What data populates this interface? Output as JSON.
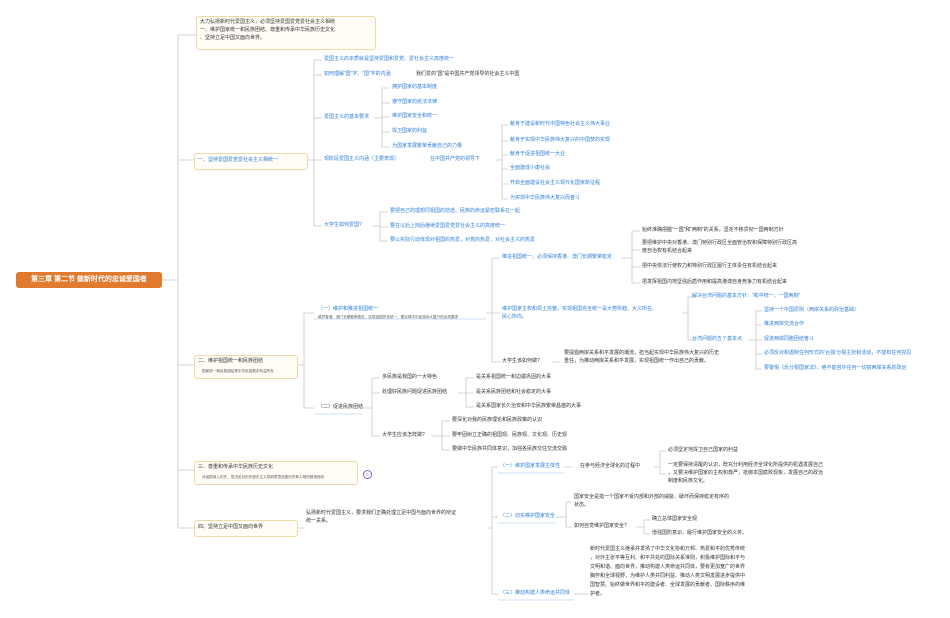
{
  "root": "第三章 第二节 做新时代的忠诚爱国者",
  "intro": [
    "大力弘扬新时代爱国主义，必须坚持爱国爱党爱社会主义相统",
    "一、维护国家统一和民族团结、尊重和传承中华民族历史文化",
    "、坚持立足中国又面向世界。"
  ],
  "s1": {
    "title": "一、坚持爱国爱党爱社会主义相统一",
    "a": "爱国主义的本质就是坚持爱国和爱党、爱社会主义高度统一",
    "b": "如何理解“国”字、“国”字的内涵",
    "b2": "我们爱的“国”是中国共产党领导的社会主义中国",
    "req_label": "爱国主义的基本要求",
    "req": [
      "拥护国家的基本制度",
      "遵守国家的宪法法律",
      "维护国家安全和统一",
      "捍卫国家的利益",
      "为国家发展繁荣贡献自己的力量"
    ],
    "now_label": "现阶段爱国主义内涵（主要表现）",
    "now_mid": "在中国共产党的领导下",
    "now": [
      "献身于建设新时代中国特色社会主义伟大事业",
      "献身于实现中华民族伟大复兴的中国梦的实现",
      "献身于促进祖国统一大业",
      "全面建成小康社会",
      "开启全面建设社会主义现代化国家新征程",
      "为实现中华民族伟大复兴而奋斗"
    ],
    "stu_label": "大学生如何爱国?",
    "stu": [
      "要把自己的理想同祖国的前途、民族的命运紧密联系在一起",
      "要在以后上岗后继续爱国爱党爱社会主义的高度统一",
      "要以实际行动体现对祖国的热爱，对党的热爱，对社会主义的热爱"
    ]
  },
  "s2": {
    "title": "二、维护祖国统一和民族团结",
    "title_sub": "国家统一和民族团结是中华民族根本利益所在",
    "a_title": "（一）维护和推进祖国统一",
    "a_sub": "维护香港、澳门长期繁荣稳定、实现祖国完全统一，是实现中华民族伟大复兴的必然要求",
    "hk": "推进祖国统一，必须保持香港、澳门长期繁荣稳定",
    "hk_items": [
      "始终准确把握“一国”和“两制”的关系，坚定不移贯彻一国两制方针",
      "要把维护中央对香港、澳门特别行政区全面管治权和保障特别行政区高",
      "度自治权有机结合起来",
      "把中央依法行使权力和特别行政区履行主体责任有机结合起来",
      "把发挥祖国内地坚强后盾作用和提高港澳自身竞争力有机结合起来"
    ],
    "tw": [
      "维护国家主权和领土完整，实现祖国完全统一是大势所趋、大义所在、",
      "民心所向。"
    ],
    "tw_policy": "解决台湾问题的基本方针：“和平统一，一国两制”",
    "tw_cores": "台湾问题的五个基本点",
    "tw_core_items": [
      "坚持一个中国原则（两岸关系的政治基础）",
      "推进两岸交流合作",
      "促进两岸同胞团结奋斗",
      "必须反对和遏制任何形式的‘台独’分裂主张和活动，不能有任何容忍",
      "要警惕《反分裂国家法》，绝不能容许任何一切搞两岸关系的政治"
    ],
    "tw_stu_label": "大学生该如何做?",
    "tw_stu": [
      "要提倡两岸关系和平发展的潮流，担当起实现中华民族伟大复兴的历史",
      "重任，为推动两岸关系和平发展，实现祖国统一作出自己的贡献。"
    ],
    "b_title": "（二）促进民族团结",
    "b1": "多民族是我国的一大特色",
    "b1_items": [
      "是关系祖国统一和边疆巩固的大事",
      "是关系民族团结和社会稳定的大事"
    ],
    "b2": "处理好民族问题促进民族团结",
    "b3": "是关系国家长久治安和中华民族繁荣昌盛的大事",
    "b_stu_label": "大学生应该怎样做?",
    "b_stu": [
      "要深化对我的民族理论和民族政策的认识",
      "要牢固树立正确的祖国观、民族观、文化观、历史观",
      "要做中华民族共同体意识，加强各民族交往交流交融"
    ]
  },
  "s3": {
    "title": "三、尊重和传承中华民族历史文化",
    "sub": "对祖国深入历史，坚决反对历史虚无主义抵制恶意诋毁历史和人物的错误倾向",
    "badge": "C"
  },
  "s4": {
    "title": "四、坚持立足中国又面向世界",
    "desc": [
      "弘扬新时代爱国主义，要求我们正确处理立足中国与面向世界的辩证",
      "统一关系。"
    ],
    "a_title": "（一）维护国家发展主体性",
    "a_mid": "在参与经济全球化的过程中",
    "a_items": [
      "必须坚定地捍卫自己国家的利益",
      "一定要保持清醒的认识，既充分利用经济全球化所提供的机遇发展自己",
      "，又要决维护国家的主权和尊严，抵御本国腐败现象，发展自己的政治",
      "制度和民族文化。"
    ],
    "b_title": "（二）切实维护国家安全",
    "b_desc": [
      "国家安全是指一个国家不受内部和外部的威胁、破坏而保持稳定有序的",
      "状态。"
    ],
    "b_q": "如何自觉维护国家安全?",
    "b_items": [
      "确立总体国家安全观",
      "增强国防意识，履行维护国家安全的义务。"
    ],
    "c_title": "（三）推动构建人类命运共同体",
    "c_items": [
      "新时代爱国主义继承并发扬了中华文化协和万邦、热爱和平的优秀传统",
      "，对外主张平等互利、和平共处的国际关系准则，积极维护国际和平与",
      "文明和谐。面向世界，推动构建人类命运共同体，要有更加宽广的世界",
      "胸怀和全球视野，为维护人类共同利益、推动人类文明发展进步提供中",
      "国智慧。始终做世界和平的建设者、全球发展的贡献者、国际秩序的维",
      "护者。"
    ]
  }
}
